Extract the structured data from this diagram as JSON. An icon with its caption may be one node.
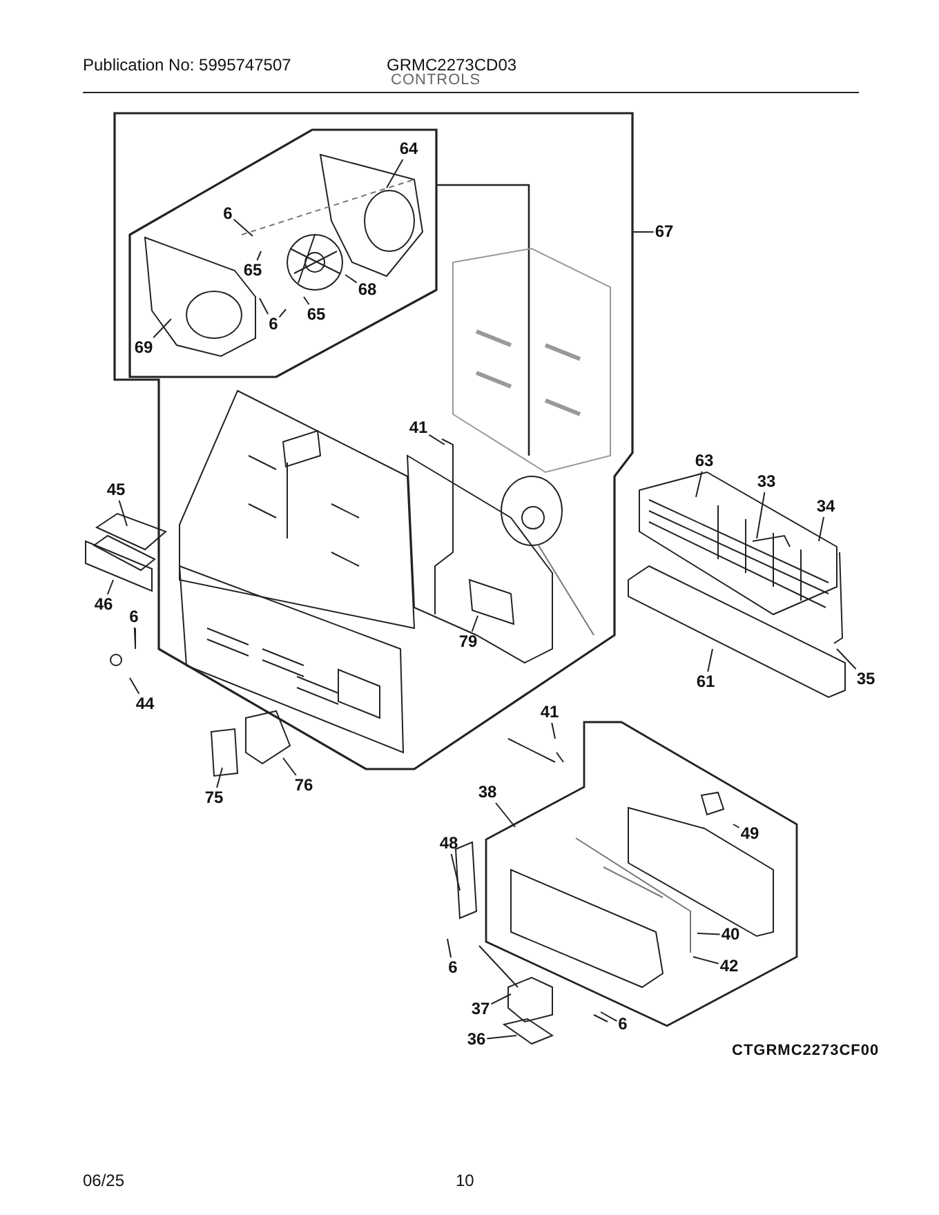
{
  "diagram": {
    "title": "CONTROLS",
    "nodes": [
      {
        "text": [
          "64"
        ]
      },
      {
        "text": [
          "6"
        ]
      },
      {
        "text": [
          "65"
        ]
      },
      {
        "text": [
          "68"
        ]
      },
      {
        "text": [
          "6"
        ]
      },
      {
        "text": [
          "65"
        ]
      },
      {
        "text": [
          "69"
        ]
      },
      {
        "text": [
          "67"
        ]
      },
      {
        "text": [
          "41"
        ]
      },
      {
        "text": [
          "45"
        ]
      },
      {
        "text": [
          "63"
        ]
      },
      {
        "text": [
          "33"
        ]
      },
      {
        "text": [
          "34"
        ]
      },
      {
        "text": [
          "46"
        ]
      },
      {
        "text": [
          "6"
        ]
      },
      {
        "text": [
          "79"
        ]
      },
      {
        "text": [
          "44"
        ]
      },
      {
        "text": [
          "61"
        ]
      },
      {
        "text": [
          "35"
        ]
      },
      {
        "text": [
          "41"
        ]
      },
      {
        "text": [
          "76"
        ]
      },
      {
        "text": [
          "75"
        ]
      },
      {
        "text": [
          "38"
        ]
      },
      {
        "text": [
          "49"
        ]
      },
      {
        "text": [
          "48"
        ]
      },
      {
        "text": [
          "40"
        ]
      },
      {
        "text": [
          "6"
        ]
      },
      {
        "text": [
          "42"
        ]
      },
      {
        "text": [
          "37"
        ]
      },
      {
        "text": [
          "6"
        ]
      },
      {
        "text": [
          "36"
        ]
      }
    ],
    "edges": [
      {
        "from": 0,
        "to": null,
        "arrow": "none"
      },
      {
        "from": 1,
        "to": null,
        "arrow": "none"
      },
      {
        "from": 2,
        "to": null,
        "arrow": "none"
      },
      {
        "from": 3,
        "to": null,
        "arrow": "none"
      },
      {
        "from": 4,
        "to": null,
        "arrow": "none"
      },
      {
        "from": 4,
        "to": null,
        "arrow": "none"
      },
      {
        "from": 5,
        "to": null,
        "arrow": "none"
      },
      {
        "from": 6,
        "to": null,
        "arrow": "none"
      },
      {
        "from": 7,
        "to": null,
        "arrow": "none"
      },
      {
        "from": 8,
        "to": null,
        "arrow": "none"
      },
      {
        "from": 9,
        "to": null,
        "arrow": "none"
      },
      {
        "from": 10,
        "to": null,
        "arrow": "none"
      },
      {
        "from": 11,
        "to": null,
        "arrow": "none"
      },
      {
        "from": 12,
        "to": null,
        "arrow": "none"
      },
      {
        "from": 13,
        "to": null,
        "arrow": "none"
      },
      {
        "from": 14,
        "to": null,
        "arrow": "none"
      },
      {
        "from": 15,
        "to": null,
        "arrow": "none"
      },
      {
        "from": 16,
        "to": null,
        "arrow": "none"
      },
      {
        "from": 17,
        "to": null,
        "arrow": "none"
      },
      {
        "from": 18,
        "to": null,
        "arrow": "none"
      },
      {
        "from": 19,
        "to": null,
        "arrow": "none"
      },
      {
        "from": 20,
        "to": null,
        "arrow": "none"
      },
      {
        "from": 21,
        "to": null,
        "arrow": "none"
      },
      {
        "from": 22,
        "to": null,
        "arrow": "none"
      },
      {
        "from": 23,
        "to": null,
        "arrow": "none"
      },
      {
        "from": 24,
        "to": null,
        "arrow": "none"
      },
      {
        "from": 25,
        "to": null,
        "arrow": "none"
      },
      {
        "from": 26,
        "to": null,
        "arrow": "none"
      },
      {
        "from": 27,
        "to": null,
        "arrow": "none"
      },
      {
        "from": 28,
        "to": null,
        "arrow": "none"
      },
      {
        "from": 29,
        "to": null,
        "arrow": "none"
      },
      {
        "from": 30,
        "to": null,
        "arrow": "none"
      }
    ],
    "labels": [
      "Publication No: 5995747507",
      "GRMC2273CD03",
      "CTGRMC2273CF00",
      "06/25",
      "10"
    ]
  }
}
